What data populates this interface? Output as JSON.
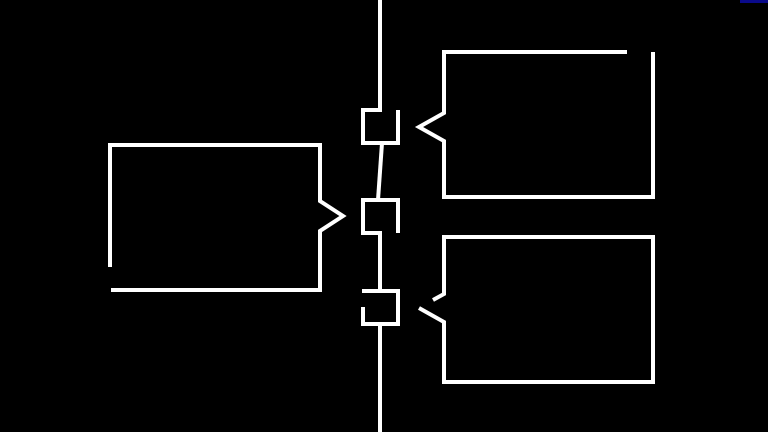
{
  "colors": {
    "background": "#000000",
    "stroke": "#ffffff",
    "corner_accent": "#0a0a8a"
  },
  "diagram": {
    "left_callouts": 1,
    "right_callouts": 2,
    "connectors_on_spine": 3
  }
}
